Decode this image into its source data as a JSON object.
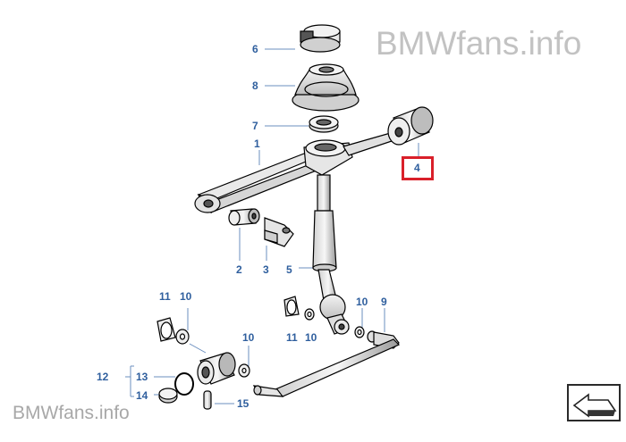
{
  "watermark": {
    "top": "BMWfans.info",
    "bottom": "BMWfans.info"
  },
  "callouts": {
    "n1": "1",
    "n2": "2",
    "n3": "3",
    "n4": "4",
    "n5": "5",
    "n6": "6",
    "n7": "7",
    "n8": "8",
    "n9": "9",
    "n10": "10",
    "n11": "11",
    "n12": "12",
    "n13": "13",
    "n14": "14",
    "n15": "15"
  },
  "highlighted_part": "4",
  "colors": {
    "callout_text": "#2f5f9e",
    "highlight_border": "#d9202a",
    "line_art": "#000000",
    "part_shading": "#e6e6e6",
    "watermark": "#c2c2c2"
  },
  "icons": {
    "navigation": "arrow-back-icon"
  }
}
